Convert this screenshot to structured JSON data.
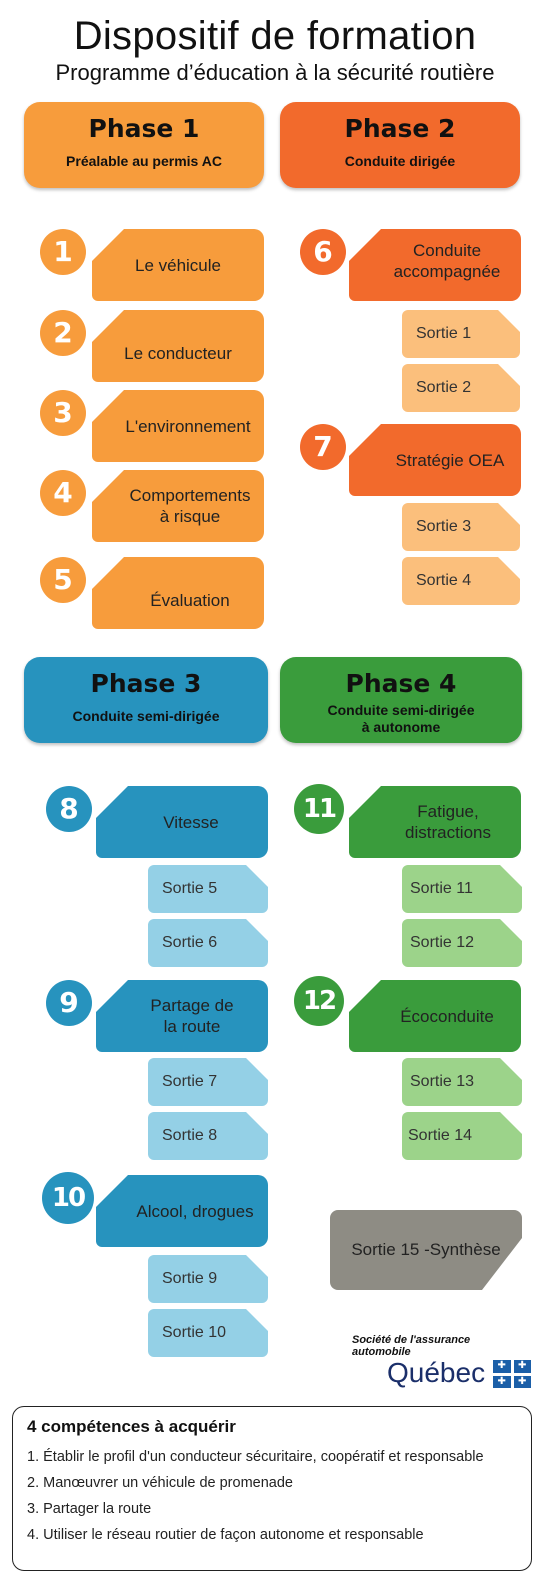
{
  "title": "Dispositif de formation",
  "subtitle": "Programme d’éducation à la sécurité routière",
  "phases": [
    {
      "title": "Phase 1",
      "subtitle": "Préalable au permis AC",
      "color": "#f79c3c"
    },
    {
      "title": "Phase 2",
      "subtitle": "Conduite dirigée",
      "color": "#f26a2c"
    },
    {
      "title": "Phase 3",
      "subtitle": "Conduite semi-dirigée",
      "color": "#2793be"
    },
    {
      "title": "Phase 4",
      "subtitle_line1": "Conduite semi-dirigée",
      "subtitle_line2": "à autonome",
      "color": "#3a9c3c"
    }
  ],
  "modules": [
    {
      "num": "1",
      "label": "Le véhicule"
    },
    {
      "num": "2",
      "label": "Le conducteur"
    },
    {
      "num": "3",
      "label": "L'environnement"
    },
    {
      "num": "4",
      "label_line1": "Comportements",
      "label_line2": "à risque"
    },
    {
      "num": "5",
      "label": "Évaluation"
    },
    {
      "num": "6",
      "label_line1": "Conduite",
      "label_line2": "accompagnée"
    },
    {
      "num": "7",
      "label": "Stratégie OEA"
    },
    {
      "num": "8",
      "label": "Vitesse"
    },
    {
      "num": "9",
      "label_line1": "Partage de",
      "label_line2": "la route"
    },
    {
      "num": "10",
      "label": "Alcool, drogues"
    },
    {
      "num": "11",
      "label_line1": "Fatigue,",
      "label_line2": "distractions"
    },
    {
      "num": "12",
      "label": "Écoconduite"
    }
  ],
  "sorties": [
    "Sortie 1",
    "Sortie 2",
    "Sortie 3",
    "Sortie  4",
    "Sortie 5",
    "Sortie 6",
    "Sortie 7",
    "Sortie 8",
    "Sortie 9",
    "Sortie 10",
    "Sortie 11",
    "Sortie 12",
    "Sortie 13",
    "Sortie  14"
  ],
  "synthese": "Sortie 15 -Synthèse",
  "saaq": {
    "line1": "Société de l'assurance",
    "line2": "automobile",
    "quebec": "Québec"
  },
  "competences": {
    "title": "4 compétences à acquérir",
    "items": [
      "1. Établir le profil d'un conducteur sécuritaire, coopératif et responsable",
      "2. Manœuvrer un véhicule de promenade",
      "3. Partager la route",
      "4. Utiliser le réseau routier de façon autonome et responsable"
    ]
  },
  "colors": {
    "orange_light": "#fbbf7c",
    "orange": "#f79c3c",
    "orange_dark": "#f26a2c",
    "blue": "#2793be",
    "blue_light": "#94d0e6",
    "green": "#3a9c3c",
    "green_light": "#9cd38a",
    "grey": "#8e8c84"
  }
}
